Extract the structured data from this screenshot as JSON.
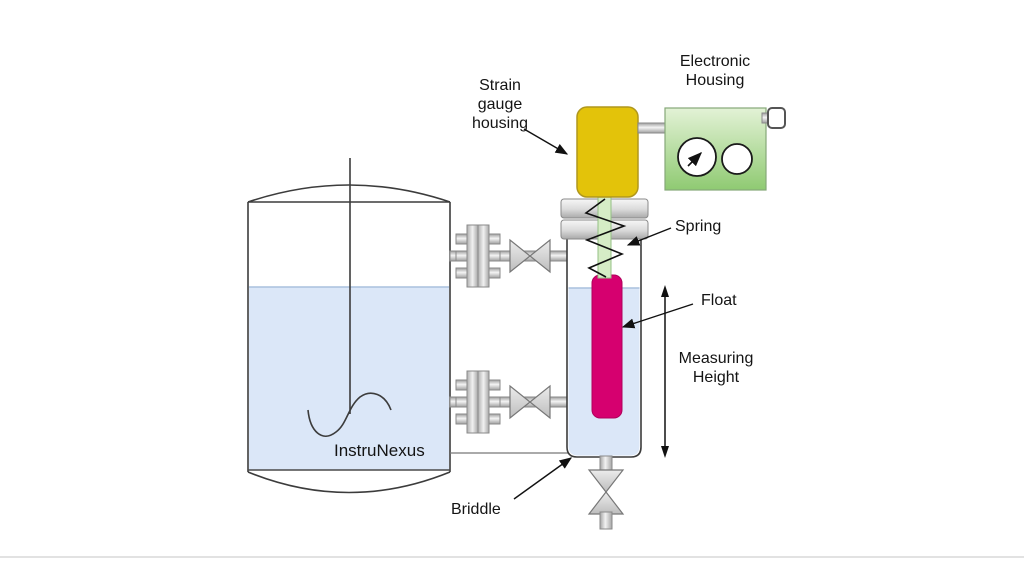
{
  "diagram": {
    "labels": {
      "strain_gauge_housing": "Strain\ngauge\nhousing",
      "electronic_housing": "Electronic\nHousing",
      "spring": "Spring",
      "float_label": "Float",
      "measuring_height": "Measuring\nHeight",
      "briddle": "Briddle"
    },
    "tank": {
      "name": "InstruNexus"
    },
    "colors": {
      "liquid": "#dbe7f8",
      "liquid_edge": "#a9c0de",
      "float": "#d6006f",
      "float_border": "#b0005c",
      "strain_gauge_housing": "#e3c30a",
      "strain_gauge_border": "#b0971d",
      "electronic_housing_light": "#e3f2d6",
      "electronic_housing_dark": "#8fca72",
      "torque_rod": "#d6ecc6",
      "torque_rod_border": "#94c184"
    }
  }
}
